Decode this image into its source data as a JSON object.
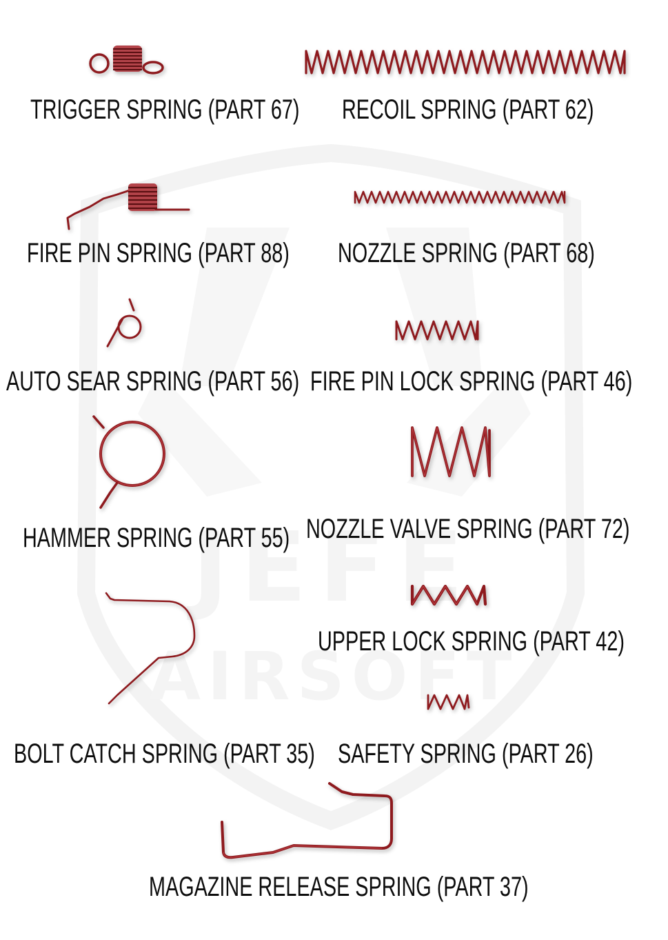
{
  "watermark": {
    "line1": "JEFE",
    "line2": "AIRSOFT"
  },
  "colors": {
    "spring_wire": "#8e1a1e",
    "spring_highlight": "#d8545a",
    "label_text": "#0d0d0d",
    "background": "#ffffff",
    "watermark": "#f4f4f4"
  },
  "parts": [
    {
      "id": "trigger-spring",
      "label": "TRIGGER SPRING (PART 67)",
      "part_number": 67
    },
    {
      "id": "recoil-spring",
      "label": "RECOIL SPRING (PART 62)",
      "part_number": 62
    },
    {
      "id": "fire-pin-spring",
      "label": "FIRE PIN SPRING (PART 88)",
      "part_number": 88
    },
    {
      "id": "nozzle-spring",
      "label": "NOZZLE SPRING (PART 68)",
      "part_number": 68
    },
    {
      "id": "auto-sear-spring",
      "label": "AUTO SEAR SPRING (PART 56)",
      "part_number": 56
    },
    {
      "id": "fire-pin-lock-spring",
      "label": "FIRE PIN LOCK SPRING (PART 46)",
      "part_number": 46
    },
    {
      "id": "hammer-spring",
      "label": "HAMMER SPRING (PART 55)",
      "part_number": 55
    },
    {
      "id": "nozzle-valve-spring",
      "label": "NOZZLE VALVE SPRING (PART 72)",
      "part_number": 72
    },
    {
      "id": "bolt-catch-spring",
      "label": "BOLT CATCH SPRING (PART 35)",
      "part_number": 35
    },
    {
      "id": "upper-lock-spring",
      "label": "UPPER LOCK SPRING (PART 42)",
      "part_number": 42
    },
    {
      "id": "safety-spring",
      "label": "SAFETY SPRING (PART 26)",
      "part_number": 26
    },
    {
      "id": "magazine-release-spring",
      "label": "MAGAZINE RELEASE SPRING (PART 37)",
      "part_number": 37
    }
  ]
}
